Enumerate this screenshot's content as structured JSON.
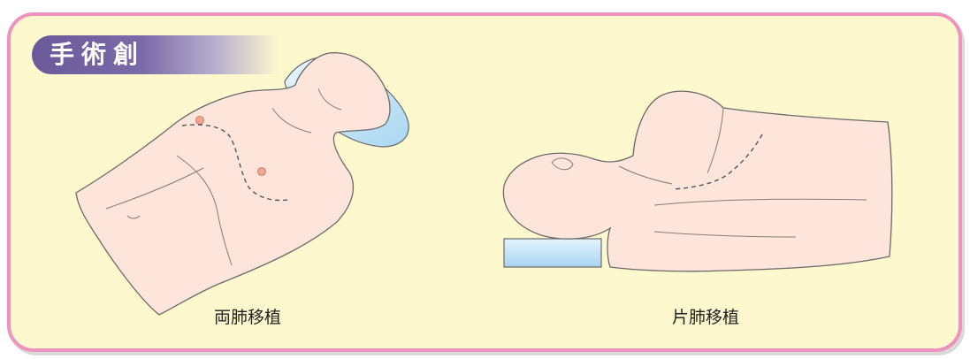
{
  "header": {
    "title": "手術創"
  },
  "figures": [
    {
      "caption": "両肺移植"
    },
    {
      "caption": "片肺移植"
    }
  ],
  "colors": {
    "panel_border": "#ee93bd",
    "panel_fill": "#fef8cf",
    "title_badge": "#6a5a9a",
    "skin": "#fde5dc",
    "pillow": "#cfe9fa",
    "incision": "#555555"
  }
}
